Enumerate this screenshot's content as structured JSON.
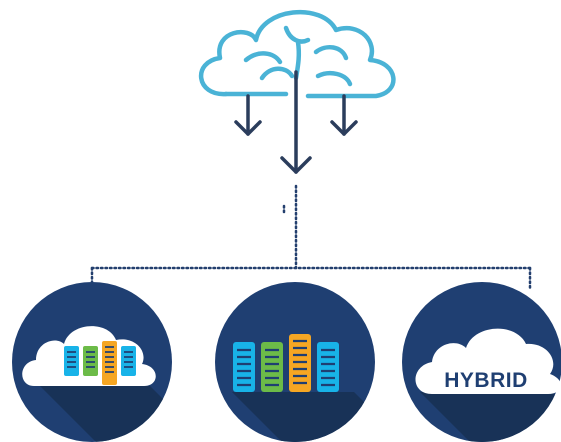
{
  "diagram": {
    "hybrid_label": "HYBRID",
    "colors": {
      "cloud_outline": "#4ab3d6",
      "arrows": "#2b3d5c",
      "dotted_line": "#233f6e",
      "circle_bg": "#1f3f72",
      "circle_shadow": "#183257",
      "server_blue": "#18b3e8",
      "server_green": "#6cbb48",
      "server_orange": "#f5a623",
      "hybrid_text": "#1f3f72"
    },
    "nodes": [
      {
        "id": "private-cloud",
        "icon": "cloud-with-servers-icon"
      },
      {
        "id": "on-premises",
        "icon": "servers-icon"
      },
      {
        "id": "hybrid-cloud",
        "icon": "hybrid-cloud-icon"
      }
    ]
  }
}
